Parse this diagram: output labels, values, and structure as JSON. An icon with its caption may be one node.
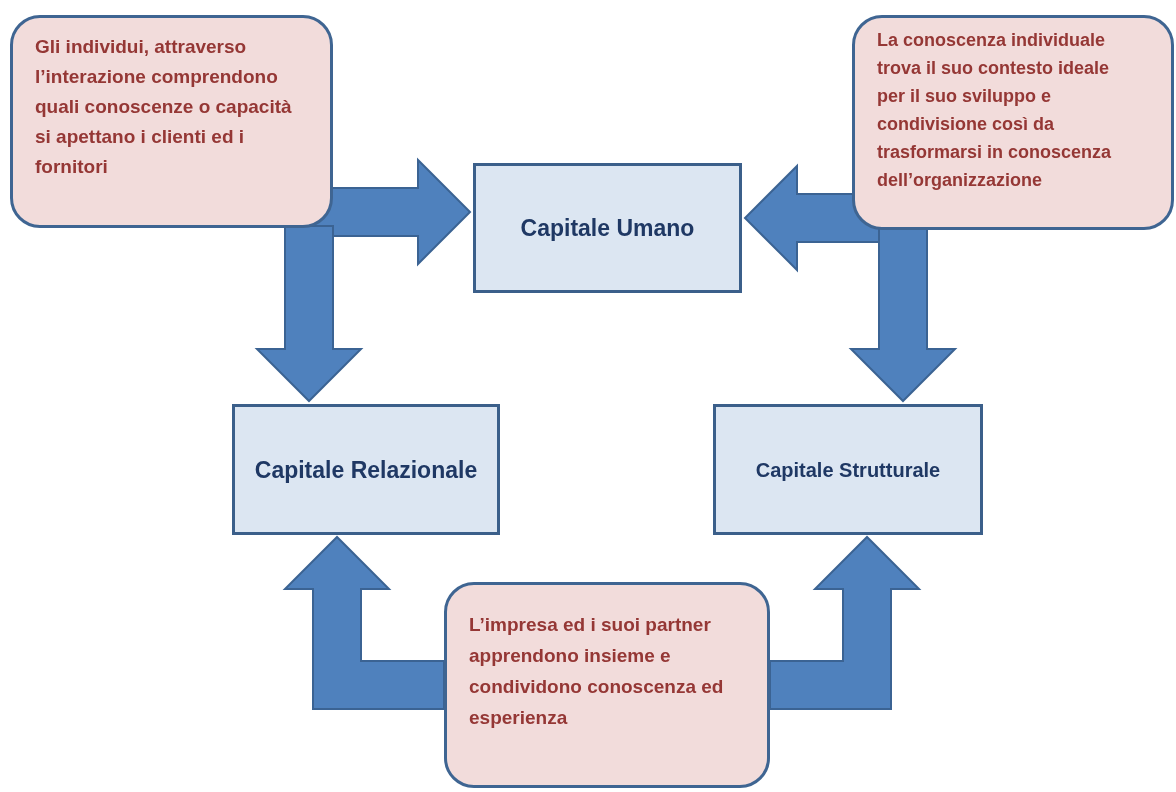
{
  "diagram": {
    "nodes": [
      {
        "text": [
          "Gli individui, attraverso l’interazione comprendono quali conoscenze o capacità si apettano i clienti ed i fornitori"
        ]
      },
      {
        "text": [
          "La conoscenza individuale trova il suo contesto ideale per il suo sviluppo e condivisione così da trasformarsi in conoscenza dell’organizzazione"
        ]
      },
      {
        "text": [
          "Capitale Umano"
        ]
      },
      {
        "text": [
          "Capitale Relazionale"
        ]
      },
      {
        "text": [
          "Capitale Strutturale"
        ]
      },
      {
        "text": [
          "L’impresa ed i suoi partner apprendono insieme e condividono conoscenza ed esperienza"
        ]
      }
    ],
    "edges": [
      {
        "from": 0,
        "to": 2,
        "arrow": "to"
      },
      {
        "from": 0,
        "to": 3,
        "arrow": "to"
      },
      {
        "from": 1,
        "to": 2,
        "arrow": "to"
      },
      {
        "from": 1,
        "to": 4,
        "arrow": "to"
      },
      {
        "from": 5,
        "to": 3,
        "arrow": "to"
      },
      {
        "from": 5,
        "to": 4,
        "arrow": "to"
      }
    ]
  }
}
